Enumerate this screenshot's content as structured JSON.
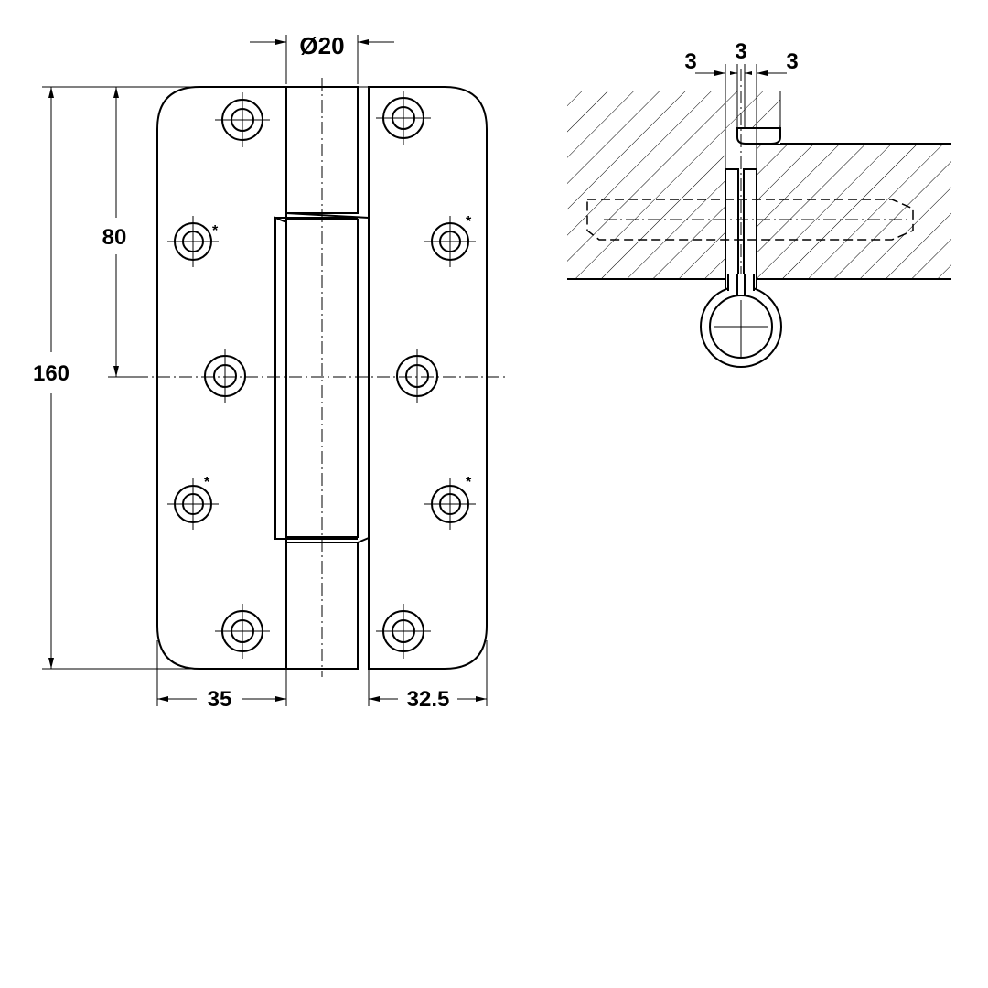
{
  "front_view": {
    "dimensions": {
      "pin_diameter": "Ø20",
      "total_height": "160",
      "half_height": "80",
      "left_leaf_width": "35",
      "right_leaf_width": "32.5"
    },
    "hole_marker": "*"
  },
  "section_view": {
    "dimensions": {
      "gap_left": "3",
      "gap_center": "3",
      "gap_right": "3"
    }
  }
}
